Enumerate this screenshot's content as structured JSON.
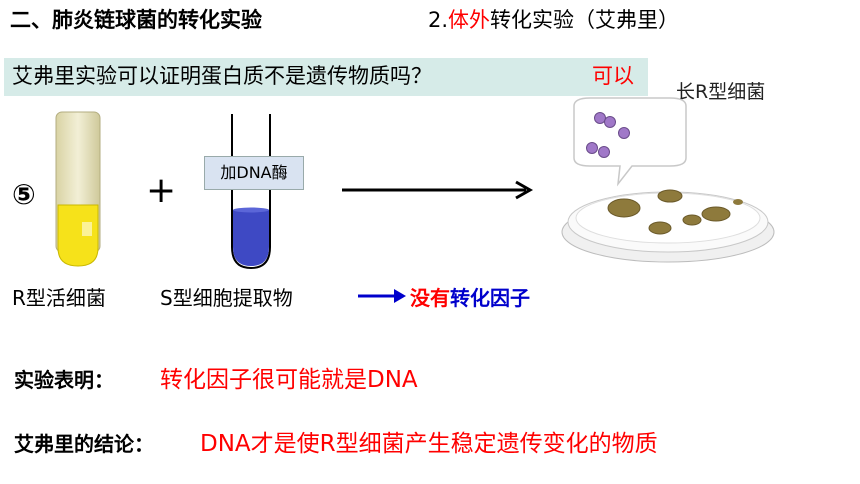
{
  "header": {
    "title": "二、肺炎链球菌的转化实验",
    "subtitle_number": "2.",
    "subtitle_red": "体外",
    "subtitle_rest": "转化实验（艾弗里）"
  },
  "question": {
    "text": "艾弗里实验可以证明蛋白质不是遗传物质吗？",
    "answer": "可以"
  },
  "dish_label": "长R型细菌",
  "experiment": {
    "number": "⑤",
    "plus": "+",
    "enzyme_label": "加DNA酶",
    "tube1_label": "R型活细菌",
    "tube2_label": "S型细胞提取物",
    "result_red": "没有",
    "result_blue": "转化因子"
  },
  "conclusions": {
    "label1": "实验表明：",
    "text1": "转化因子很可能就是DNA",
    "label2": "艾弗里的结论：",
    "text2": "DNA才是使R型细菌产生稳定遗传变化的物质"
  },
  "colors": {
    "accent_red": "#ff0000",
    "accent_blue": "#0000cc",
    "question_bar": "#d6ebe8"
  }
}
